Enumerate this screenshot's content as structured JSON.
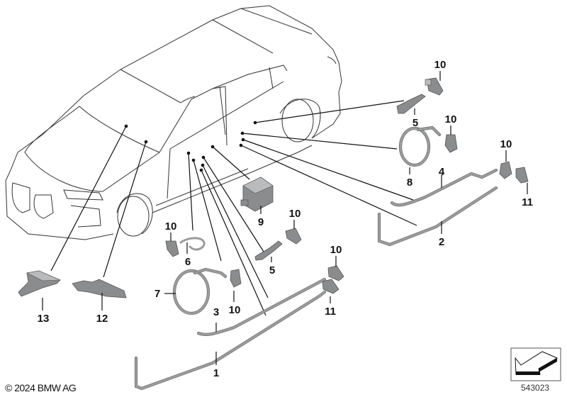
{
  "diagram": {
    "type": "parts-exploded-view",
    "copyright": "© 2024 BMW AG",
    "diagram_number": "543023",
    "nav_icon": "arrow-back-icon",
    "callouts": [
      {
        "id": "c1",
        "label": "1"
      },
      {
        "id": "c2",
        "label": "2"
      },
      {
        "id": "c3",
        "label": "3"
      },
      {
        "id": "c4",
        "label": "4"
      },
      {
        "id": "c5a",
        "label": "5"
      },
      {
        "id": "c5b",
        "label": "5"
      },
      {
        "id": "c6",
        "label": "6"
      },
      {
        "id": "c7",
        "label": "7"
      },
      {
        "id": "c8",
        "label": "8"
      },
      {
        "id": "c9",
        "label": "9"
      },
      {
        "id": "c10a",
        "label": "10"
      },
      {
        "id": "c10b",
        "label": "10"
      },
      {
        "id": "c10c",
        "label": "10"
      },
      {
        "id": "c10d",
        "label": "10"
      },
      {
        "id": "c10e",
        "label": "10"
      },
      {
        "id": "c10f",
        "label": "10"
      },
      {
        "id": "c10g",
        "label": "10"
      },
      {
        "id": "c11a",
        "label": "11"
      },
      {
        "id": "c11b",
        "label": "11"
      },
      {
        "id": "c12",
        "label": "12"
      },
      {
        "id": "c13",
        "label": "13"
      }
    ]
  }
}
